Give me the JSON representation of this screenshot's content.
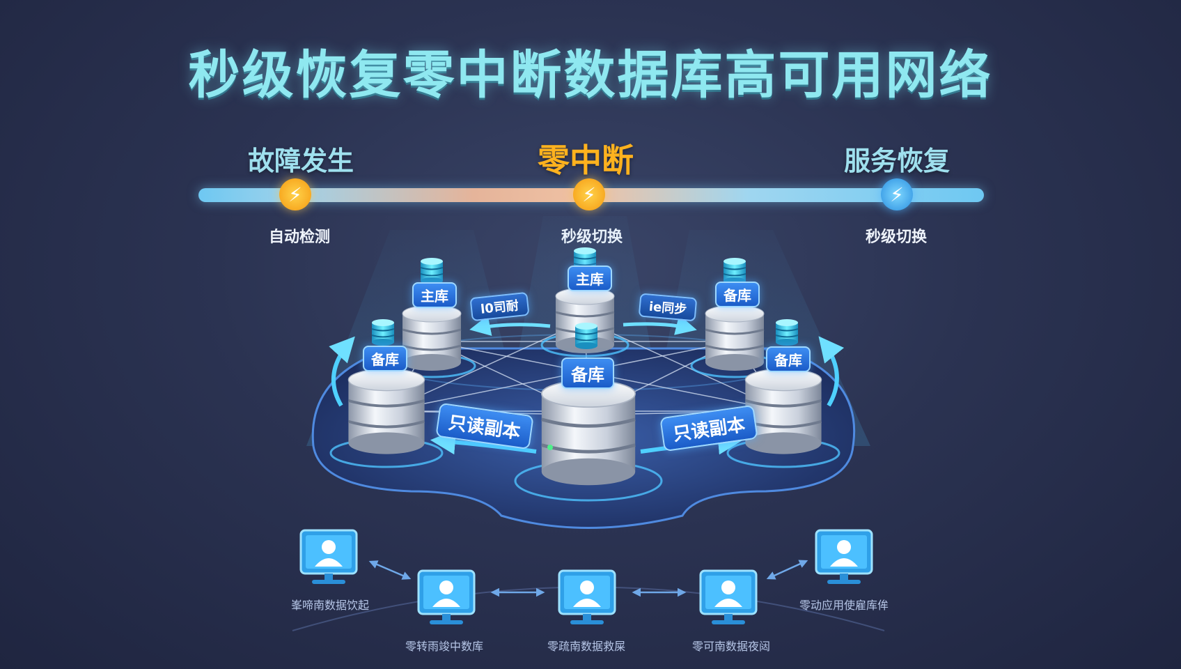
{
  "title": "秒级恢复零中断数据库高可用网络",
  "timeline": {
    "stages": [
      {
        "label": "故障发生",
        "sub": "自动检测",
        "icon": "lightning-icon",
        "color": "#f59a12"
      },
      {
        "label": "零中断",
        "sub": "秒级切换",
        "icon": "lightning-icon",
        "color": "#f59a12"
      },
      {
        "label": "服务恢复",
        "sub": "秒级切换",
        "icon": "lightning-icon",
        "color": "#2b8fe0"
      }
    ]
  },
  "nodes": {
    "top_left_tag": "主库",
    "top_center_tag": "主库",
    "top_right_tag": "备库",
    "left_tag": "备库",
    "center_tag": "备库",
    "right_tag": "备库"
  },
  "links": {
    "sync_left": "l0司耐",
    "sync_right": "ie同步",
    "readonly_left": "只读副本",
    "readonly_right": "只读副本"
  },
  "clients": [
    {
      "caption": "峯啼南数据饮起",
      "icon": "user-monitor-icon"
    },
    {
      "caption": "零转雨竣中数库",
      "icon": "user-monitor-icon"
    },
    {
      "caption": "零疏南数据救屎",
      "icon": "user-monitor-icon"
    },
    {
      "caption": "零可南数据夜闼",
      "icon": "user-monitor-icon"
    },
    {
      "caption": "零动应用使雇库侔",
      "icon": "user-monitor-icon"
    }
  ],
  "colors": {
    "accent_cyan": "#8fe8f0",
    "accent_orange": "#ffb21e",
    "tag_blue": "#1b5cc8"
  }
}
